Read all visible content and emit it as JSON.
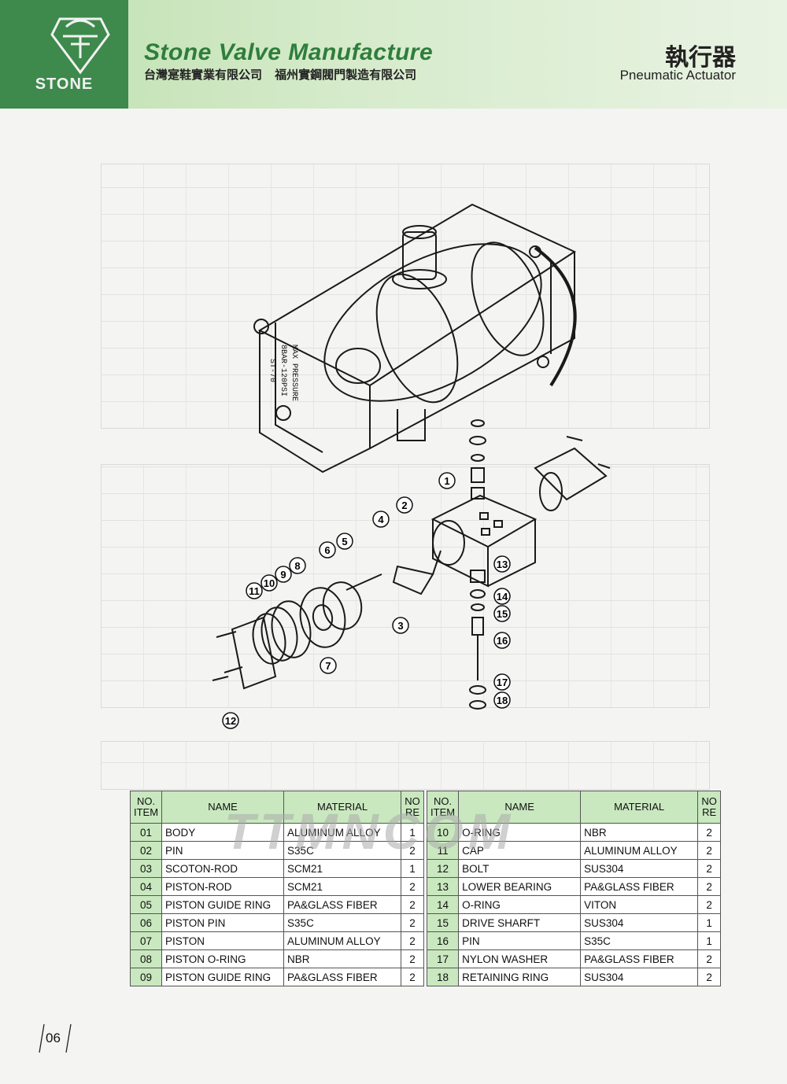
{
  "header": {
    "logo_text": "STONE",
    "company_name": "Stone Valve Manufacture",
    "company_cn": "台灣寔鞋實業有限公司 福州實鋼閥門製造有限公司",
    "product_cn": "執行器",
    "product_en": "Pneumatic Actuator"
  },
  "diagram": {
    "plate_text": [
      "MAX PRESSURE",
      "8BAR-120PSI",
      "ST-70"
    ],
    "callouts": [
      "1",
      "2",
      "3",
      "4",
      "5",
      "6",
      "7",
      "8",
      "9",
      "10",
      "11",
      "12",
      "13",
      "14",
      "15",
      "16",
      "17",
      "18"
    ]
  },
  "parts": {
    "headers": {
      "no_item": "NO. ITEM",
      "name": "NAME",
      "material": "MATERIAL",
      "no_re": "NO RE"
    },
    "rows": [
      {
        "left": {
          "no": "01",
          "name": "BODY",
          "material": "ALUMINUM ALLOY",
          "qty": "1"
        },
        "right": {
          "no": "10",
          "name": "O-RING",
          "material": "NBR",
          "qty": "2"
        }
      },
      {
        "left": {
          "no": "02",
          "name": "PIN",
          "material": "S35C",
          "qty": "2"
        },
        "right": {
          "no": "11",
          "name": "CAP",
          "material": "ALUMINUM ALLOY",
          "qty": "2"
        }
      },
      {
        "left": {
          "no": "03",
          "name": "SCOTON-ROD",
          "material": "SCM21",
          "qty": "1"
        },
        "right": {
          "no": "12",
          "name": "BOLT",
          "material": "SUS304",
          "qty": "2"
        }
      },
      {
        "left": {
          "no": "04",
          "name": "PISTON-ROD",
          "material": "SCM21",
          "qty": "2"
        },
        "right": {
          "no": "13",
          "name": "LOWER BEARING",
          "material": "PA&GLASS FIBER",
          "qty": "2"
        }
      },
      {
        "left": {
          "no": "05",
          "name": "PISTON GUIDE RING",
          "material": "PA&GLASS FIBER",
          "qty": "2"
        },
        "right": {
          "no": "14",
          "name": "O-RING",
          "material": "VITON",
          "qty": "2"
        }
      },
      {
        "left": {
          "no": "06",
          "name": "PISTON PIN",
          "material": "S35C",
          "qty": "2"
        },
        "right": {
          "no": "15",
          "name": "DRIVE SHARFT",
          "material": "SUS304",
          "qty": "1"
        }
      },
      {
        "left": {
          "no": "07",
          "name": "PISTON",
          "material": "ALUMINUM ALLOY",
          "qty": "2"
        },
        "right": {
          "no": "16",
          "name": "PIN",
          "material": "S35C",
          "qty": "1"
        }
      },
      {
        "left": {
          "no": "08",
          "name": "PISTON O-RING",
          "material": "NBR",
          "qty": "2"
        },
        "right": {
          "no": "17",
          "name": "NYLON WASHER",
          "material": "PA&GLASS FIBER",
          "qty": "2"
        }
      },
      {
        "left": {
          "no": "09",
          "name": "PISTON GUIDE RING",
          "material": "PA&GLASS FIBER",
          "qty": "2"
        },
        "right": {
          "no": "18",
          "name": "RETAINING RING",
          "material": "SUS304",
          "qty": "2"
        }
      }
    ]
  },
  "watermark": "TTMNCOM",
  "page_number": "06",
  "colors": {
    "brand_green": "#3d8a4c",
    "header_band": "#d6ebcb",
    "table_header": "#c9e8bf"
  }
}
